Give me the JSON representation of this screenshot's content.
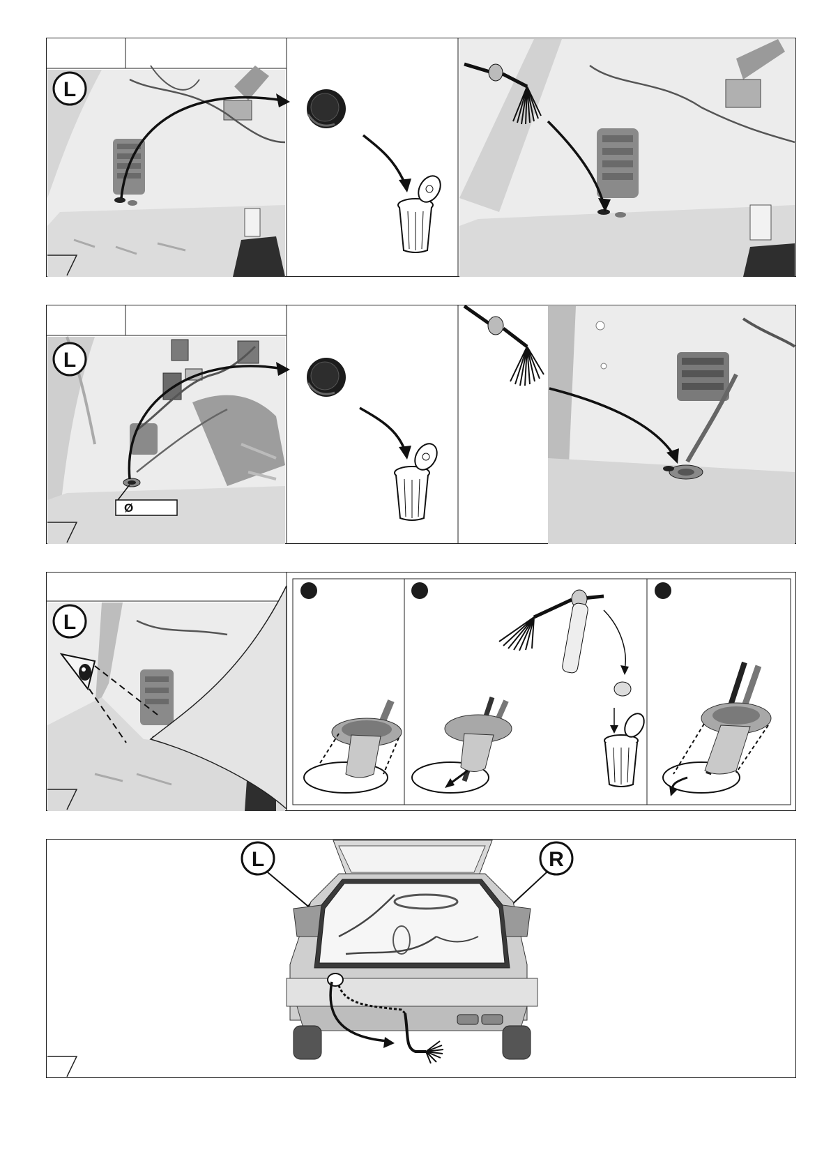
{
  "markers": {
    "left": "L",
    "right": "R",
    "diameter": "Ø"
  },
  "colors": {
    "line": "#222222",
    "body_light": "#e9e9e9",
    "body_mid": "#bdbdbd",
    "body_dark": "#6a6a6a",
    "fill_black": "#1c1c1c"
  },
  "steps": [
    {
      "id": "step-1",
      "side": "L",
      "action": "remove-plug-and-route-harness"
    },
    {
      "id": "step-2",
      "side": "L",
      "action": "remove-plug-and-route-harness-with-grommet",
      "diameter_box": true
    },
    {
      "id": "step-3",
      "side": "L",
      "action": "fit-grommet-sequence",
      "sub_steps": 3
    },
    {
      "id": "step-4",
      "sides": [
        "L",
        "R"
      ],
      "action": "overview-rear-vehicle-routing"
    }
  ]
}
